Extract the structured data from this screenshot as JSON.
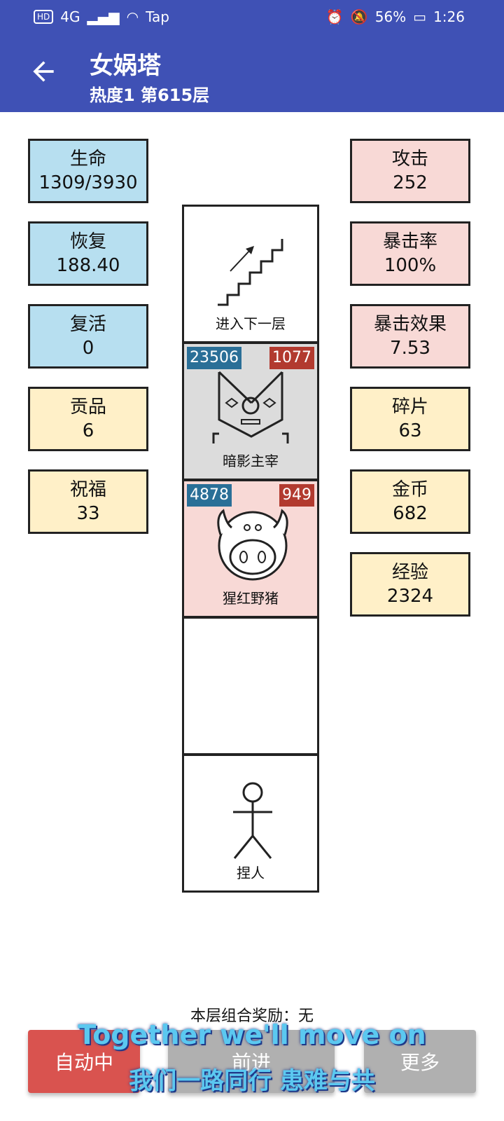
{
  "status_bar": {
    "left_items": [
      "HD",
      "4G",
      "Tap"
    ],
    "battery": "56%",
    "time": "1:26"
  },
  "app_bar": {
    "title": "女娲塔",
    "subtitle": "热度1 第615层"
  },
  "left_stats": [
    {
      "label": "生命",
      "value": "1309/3930"
    },
    {
      "label": "恢复",
      "value": "188.40"
    },
    {
      "label": "复活",
      "value": "0"
    },
    {
      "label": "贡品",
      "value": "6"
    },
    {
      "label": "祝福",
      "value": "33"
    }
  ],
  "right_stats": [
    {
      "label": "攻击",
      "value": "252"
    },
    {
      "label": "暴击率",
      "value": "100%"
    },
    {
      "label": "暴击效果",
      "value": "7.53"
    },
    {
      "label": "碎片",
      "value": "63"
    },
    {
      "label": "金币",
      "value": "682"
    },
    {
      "label": "经验",
      "value": "2324"
    }
  ],
  "tower": {
    "stairs": {
      "name": "进入下一层"
    },
    "monster1": {
      "name": "暗影主宰",
      "hp": "23506",
      "atk": "1077"
    },
    "monster2": {
      "name": "猩红野猪",
      "hp": "4878",
      "atk": "949"
    },
    "player": {
      "name": "捏人"
    }
  },
  "bonus_text": "本层组合奖励：无",
  "buttons": {
    "auto": "自动中",
    "forward": "前进",
    "more": "更多"
  },
  "overlay": {
    "line1": "Together we'll move on",
    "line2": "我们一路同行 患难与共"
  },
  "colors": {
    "appbar": "#3f51b5",
    "blue_card": "#b7dff0",
    "pink_card": "#f8d9d6",
    "yellow_card": "#fff0c8",
    "hp_badge": "#2a6f97",
    "atk_badge": "#b23a2f",
    "auto_button": "#d9534f"
  }
}
